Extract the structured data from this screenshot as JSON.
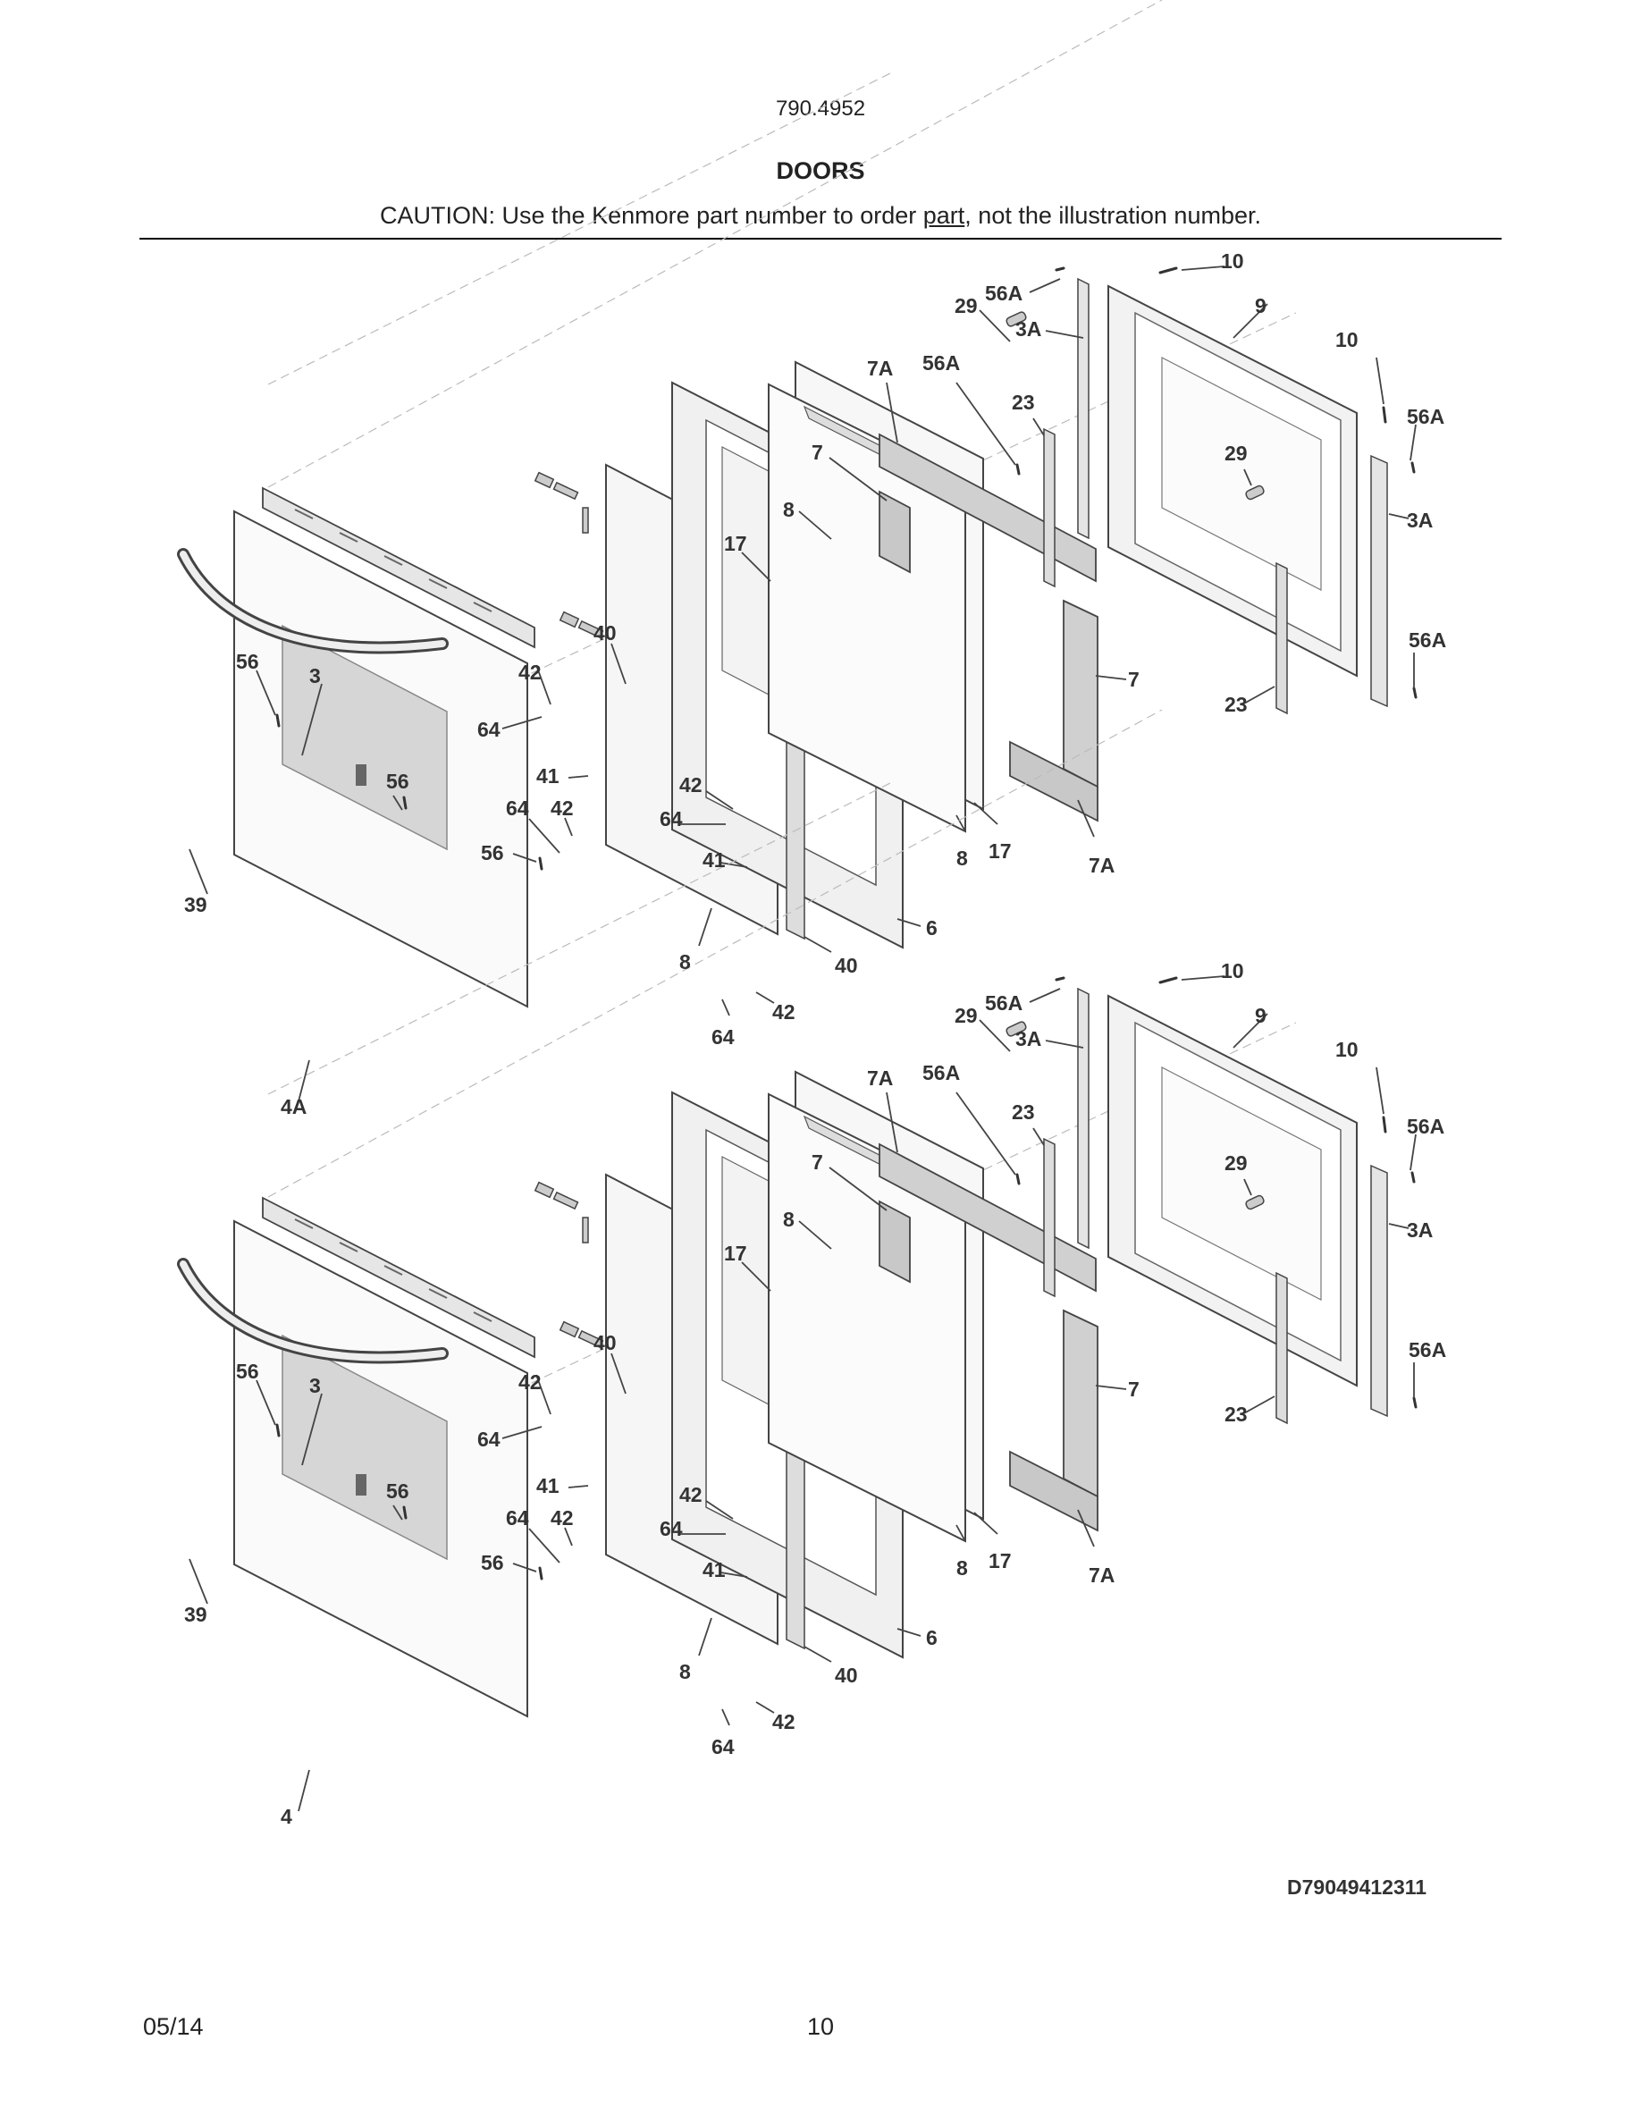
{
  "header": {
    "model": "790.4952",
    "title": "DOORS",
    "caution_prefix": "CAUTION: Use the Kenmore part number to order ",
    "caution_link": "part",
    "caution_suffix": ", not the illustration number."
  },
  "diagram": {
    "id": "D79049412311",
    "upper_door_callouts": [
      "10",
      "56A",
      "29",
      "9",
      "3A",
      "10",
      "7A",
      "56A",
      "23",
      "56A",
      "29",
      "7",
      "3A",
      "8",
      "17",
      "56A",
      "40",
      "56",
      "3",
      "42",
      "7",
      "64",
      "23",
      "56",
      "41",
      "42",
      "64",
      "42",
      "64",
      "17",
      "8",
      "7A",
      "56",
      "41",
      "39",
      "6",
      "8",
      "40",
      "42",
      "64",
      "4A"
    ],
    "lower_door_callouts": [
      "10",
      "56A",
      "29",
      "9",
      "3A",
      "10",
      "7A",
      "56A",
      "23",
      "56A",
      "29",
      "7",
      "3A",
      "8",
      "17",
      "56A",
      "40",
      "56",
      "3",
      "42",
      "7",
      "64",
      "23",
      "56",
      "41",
      "42",
      "64",
      "42",
      "64",
      "17",
      "8",
      "7A",
      "56",
      "41",
      "39",
      "6",
      "8",
      "40",
      "42",
      "64",
      "4"
    ]
  },
  "footer": {
    "date": "05/14",
    "page_number": "10"
  }
}
